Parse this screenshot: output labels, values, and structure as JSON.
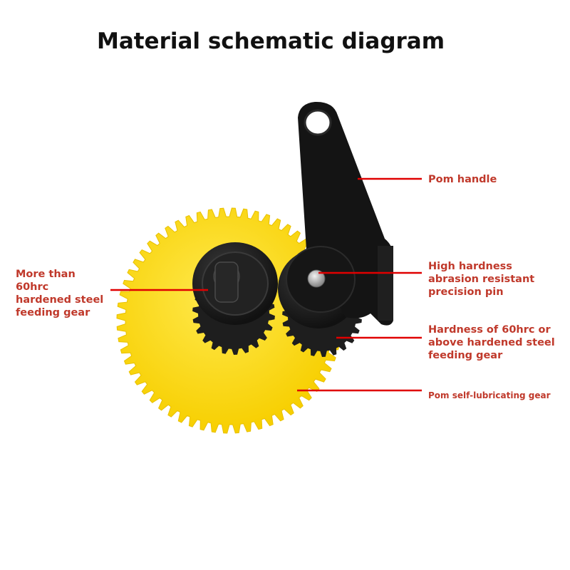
{
  "title": "Material schematic diagram",
  "colors": {
    "label": "#c0392b",
    "leader": "#e00000",
    "gear_yellow": "#ffdd00",
    "black_part": "#1c1c1c",
    "pin": "#c9c9c9"
  },
  "labels": {
    "pom_handle": [
      "Pom handle"
    ],
    "pin": [
      "High hardness",
      "abrasion resistant",
      "precision pin"
    ],
    "left_gear": [
      "More than",
      "60hrc",
      "hardened steel",
      "feeding gear"
    ],
    "right_gear": [
      "Hardness of 60hrc or",
      "above hardened steel",
      "feeding gear"
    ],
    "pom_gear": [
      "Pom self-lubricating gear"
    ]
  }
}
